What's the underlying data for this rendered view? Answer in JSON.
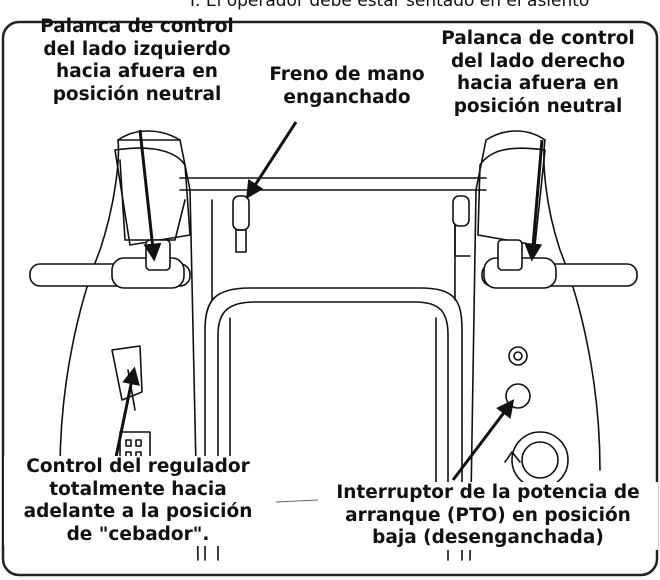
{
  "header_fragment": "I.     El operador debe estar sentado en el asiento",
  "labels": {
    "left_lever": [
      "Palanca de control",
      "del lado izquierdo",
      "hacia afuera en",
      "posición neutral"
    ],
    "parking_brake": [
      "Freno de mano",
      "enganchado"
    ],
    "right_lever": [
      "Palanca de control",
      "del lado derecho",
      "hacia afuera en",
      "posición neutral"
    ],
    "choke": [
      "Control del regulador",
      "totalmente hacia",
      "adelante a la posición",
      "de \"cebador\"."
    ],
    "pto": [
      "Interruptor de la potencia de",
      "arranque (PTO) en posición",
      "baja (desenganchada)"
    ]
  },
  "colors": {
    "ink": "#111111",
    "background": "#ffffff",
    "frame": "#222222"
  }
}
